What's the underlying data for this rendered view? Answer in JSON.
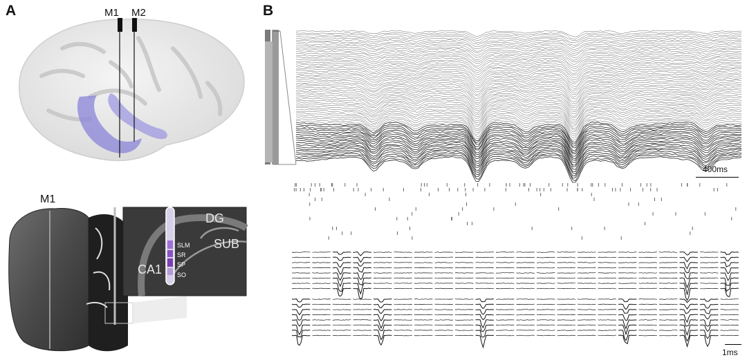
{
  "panel_a": {
    "letter": "A",
    "probe_labels": [
      "M1",
      "M2"
    ],
    "histology_label": "M1",
    "regions": {
      "dg": "DG",
      "sub": "SUB",
      "ca1": "CA1",
      "layers": [
        "SLM",
        "SR",
        "SP",
        "SO"
      ]
    },
    "colors": {
      "hippocampus": "#8a84d8",
      "layer_highlight": "#7b3fb3"
    }
  },
  "panel_b": {
    "letter": "B",
    "lfp_scale_bar": "400ms",
    "waveform_scale_bar": "1ms"
  }
}
